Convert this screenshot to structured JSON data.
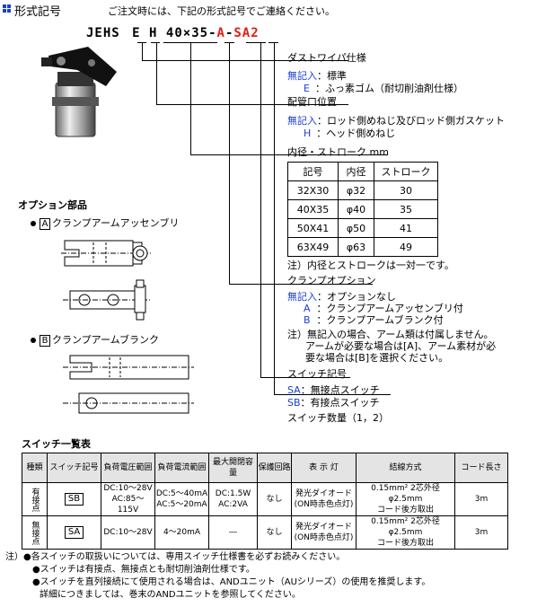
{
  "header": {
    "title": "形式記号",
    "intro": "ご注文時には、下記の形式記号でご連絡ください。"
  },
  "model_code": {
    "parts": [
      "JEHS",
      "E",
      "H",
      "40×35",
      "-",
      "A",
      "-",
      "SA",
      "2"
    ]
  },
  "sections": {
    "dust_wiper": {
      "title": "ダストワイパ仕様",
      "options": [
        {
          "key": "無記入",
          "desc": "：標準"
        },
        {
          "key": "E",
          "desc": "：ふっ素ゴム（耐切削油剤仕様）"
        }
      ]
    },
    "port": {
      "title": "配管口位置",
      "options": [
        {
          "key": "無記入",
          "desc": "：ロッド側めねじ及びロッド側ガスケット"
        },
        {
          "key": "H",
          "desc": "：ヘッド側めねじ"
        }
      ]
    },
    "bore_stroke": {
      "title": "内径・ストローク mm",
      "headers": [
        "記号",
        "内径",
        "ストローク"
      ],
      "rows": [
        [
          "32X30",
          "φ32",
          "30"
        ],
        [
          "40X35",
          "φ40",
          "35"
        ],
        [
          "50X41",
          "φ50",
          "41"
        ],
        [
          "63X49",
          "φ63",
          "49"
        ]
      ],
      "note": "注）内径とストロークは一対一です。"
    },
    "clamp_option": {
      "title": "クランプオプション",
      "options": [
        {
          "key": "無記入",
          "desc": "：オプションなし"
        },
        {
          "key": "A",
          "desc": "：クランプアームアッセンブリ付"
        },
        {
          "key": "B",
          "desc": "：クランプアームブランク付"
        }
      ],
      "note_lines": [
        "注）無記入の場合、アーム類は付属しません。",
        "アームが必要な場合は[A]、アーム素材が必",
        "要な場合は[B]を選択ください。"
      ]
    },
    "switch_code": {
      "title": "スイッチ記号",
      "options": [
        {
          "key": "SA",
          "desc": "：無接点スイッチ"
        },
        {
          "key": "SB",
          "desc": "：有接点スイッチ"
        }
      ]
    },
    "switch_qty": {
      "title": "スイッチ数量（1，2）"
    }
  },
  "options_parts": {
    "title": "オプション部品",
    "a_label": "A",
    "a_name": "クランプアームアッセンブリ",
    "b_label": "B",
    "b_name": "クランプアームブランク"
  },
  "switch_table": {
    "title": "スイッチ一覧表",
    "headers": [
      "種類",
      "スイッチ記号",
      "負荷電圧範囲",
      "負荷電流範囲",
      "最大開閉容量",
      "保護回路",
      "表 示 灯",
      "結線方式",
      "コード長さ"
    ],
    "rows": [
      {
        "type": "有接点",
        "code": "SB",
        "voltage": [
          "DC:10～28V",
          "AC:85～115V"
        ],
        "current": [
          "DC:5～40mA",
          "AC:5～20mA"
        ],
        "capacity": [
          "DC:1.5W",
          "AC:2VA"
        ],
        "protection": "なし",
        "indicator": [
          "発光ダイオード",
          "(ON時赤色点灯)"
        ],
        "wiring": [
          "0.15mm² 2芯外径φ2.5mm",
          "コード後方取出"
        ],
        "cord": "3m"
      },
      {
        "type": "無接点",
        "code": "SA",
        "voltage": [
          "DC:10～28V"
        ],
        "current": [
          "4～20mA"
        ],
        "capacity": [
          "―"
        ],
        "protection": "なし",
        "indicator": [
          "発光ダイオード",
          "(ON時赤色点灯)"
        ],
        "wiring": [
          "0.15mm² 2芯外径φ2.5mm",
          "コード後方取出"
        ],
        "cord": "3m"
      }
    ]
  },
  "notes": [
    "注）●各スイッチの取扱いについては、専用スイッチ仕様書を必ずお読みください。",
    "●スイッチは有接点、無接点とも耐切削油剤仕様です。",
    "●スイッチを直列接続にて使用される場合は、ANDユニット（AUシリーズ）の使用を推奨します。",
    "詳細につきましては、巻末のANDユニットを参照してください。"
  ],
  "colors": {
    "accent": "#1a3fd0",
    "highlight": "#d21111"
  }
}
